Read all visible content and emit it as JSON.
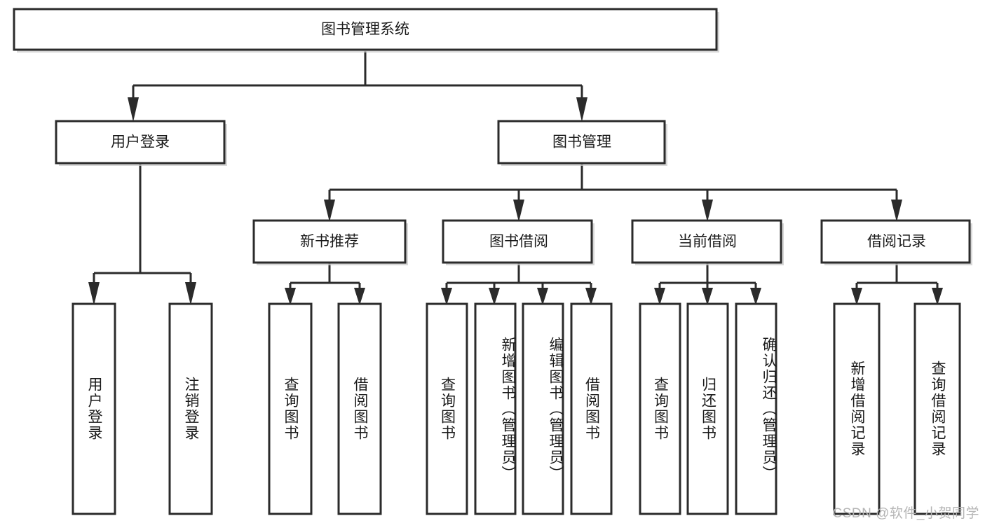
{
  "diagram": {
    "title": "图书管理系统",
    "watermark": "CSDN @软件_小贺同学",
    "colors": {
      "box_stroke": "#2b2b2b",
      "box_fill": "#ffffff",
      "text": "#1a1a1a",
      "shadow": "#c9c9c9",
      "watermark": "#b5b5b5",
      "background": "#ffffff"
    },
    "root": {
      "label": "图书管理系统"
    },
    "level2": [
      {
        "label": "用户登录"
      },
      {
        "label": "图书管理"
      }
    ],
    "level3": [
      {
        "label": "新书推荐"
      },
      {
        "label": "图书借阅"
      },
      {
        "label": "当前借阅"
      },
      {
        "label": "借阅记录"
      }
    ],
    "leaves": {
      "user_login": [
        {
          "label": "用户登录"
        },
        {
          "label": "注销登录"
        }
      ],
      "new_book_recommend": [
        {
          "label": "查询图书"
        },
        {
          "label": "借阅图书"
        }
      ],
      "book_borrow": [
        {
          "label": "查询图书"
        },
        {
          "label": "新增图书（管理员）"
        },
        {
          "label": "编辑图书（管理员）"
        },
        {
          "label": "借阅图书"
        }
      ],
      "current_borrow": [
        {
          "label": "查询图书"
        },
        {
          "label": "归还图书"
        },
        {
          "label": "确认归还（管理员）"
        }
      ],
      "borrow_record": [
        {
          "label": "新增借阅记录"
        },
        {
          "label": "查询借阅记录"
        }
      ]
    }
  }
}
